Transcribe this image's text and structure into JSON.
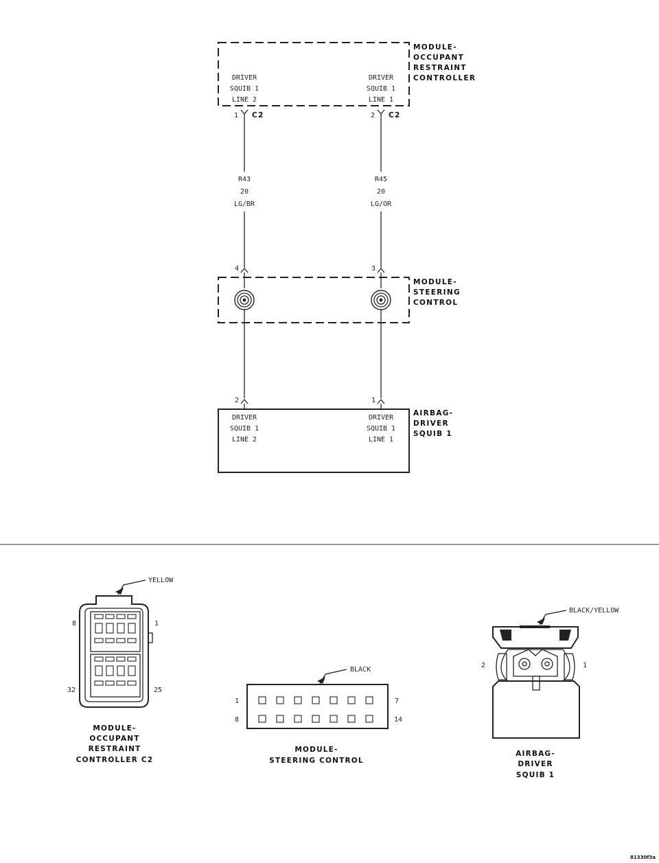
{
  "orc": {
    "title": [
      "MODULE-",
      "OCCUPANT",
      "RESTRAINT",
      "CONTROLLER"
    ],
    "left_label": [
      "DRIVER",
      "SQUIB 1",
      "LINE 2"
    ],
    "right_label": [
      "DRIVER",
      "SQUIB 1",
      "LINE 1"
    ],
    "left_pin": "1",
    "right_pin": "2",
    "connector": "C2"
  },
  "wires": [
    {
      "circuit": "R43",
      "gauge": "20",
      "color": "LG/BR"
    },
    {
      "circuit": "R45",
      "gauge": "20",
      "color": "LG/OR"
    }
  ],
  "steering": {
    "title": [
      "MODULE-",
      "STEERING",
      "CONTROL"
    ],
    "left_pin": "4",
    "right_pin": "3"
  },
  "airbag": {
    "title": [
      "AIRBAG-",
      "DRIVER",
      "SQUIB 1"
    ],
    "left_label": [
      "DRIVER",
      "SQUIB 1",
      "LINE 2"
    ],
    "right_label": [
      "DRIVER",
      "SQUIB 1",
      "LINE 1"
    ],
    "left_pin": "2",
    "right_pin": "1"
  },
  "connectors": {
    "orc_c2": {
      "color": "YELLOW",
      "pins": {
        "top_left": "8",
        "top_right": "1",
        "bottom_left": "32",
        "bottom_right": "25"
      },
      "title": [
        "MODULE-",
        "OCCUPANT",
        "RESTRAINT",
        "CONTROLLER C2"
      ]
    },
    "steering": {
      "color": "BLACK",
      "pins": {
        "top_left": "1",
        "top_right": "7",
        "bottom_left": "8",
        "bottom_right": "14"
      },
      "title": [
        "MODULE-",
        "STEERING CONTROL"
      ]
    },
    "airbag": {
      "color": "BLACK/YELLOW",
      "pins": {
        "left": "2",
        "right": "1"
      },
      "title": [
        "AIRBAG-",
        "DRIVER",
        "SQUIB 1"
      ]
    }
  },
  "figure_id": "81330f3a"
}
